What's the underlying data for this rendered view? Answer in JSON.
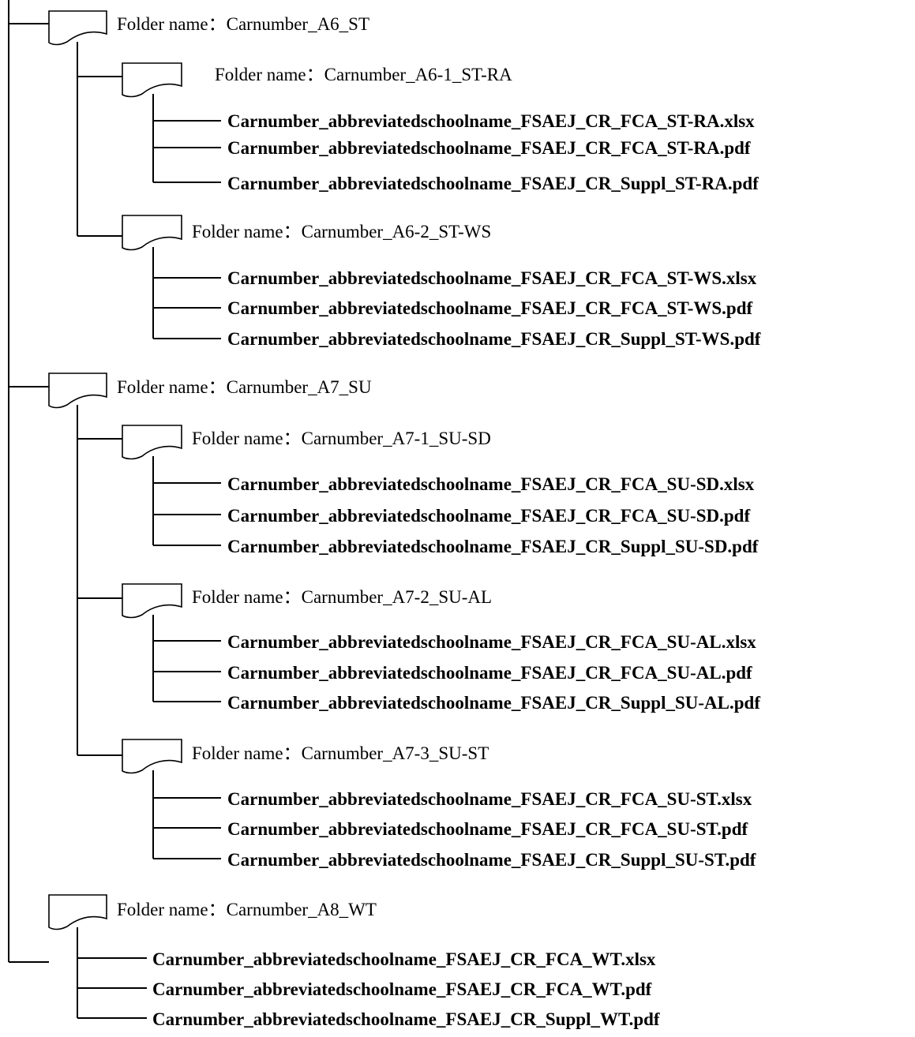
{
  "folders": [
    {
      "label": "Folder name：Carnumber_A6_ST",
      "subfolders": [
        {
          "label": "Folder name：Carnumber_A6-1_ST-RA",
          "files": [
            "Carnumber_abbreviatedschoolname_FSAEJ_CR_FCA_ST-RA.xlsx",
            "Carnumber_abbreviatedschoolname_FSAEJ_CR_FCA_ST-RA.pdf",
            "Carnumber_abbreviatedschoolname_FSAEJ_CR_Suppl_ST-RA.pdf"
          ]
        },
        {
          "label": "Folder name：Carnumber_A6-2_ST-WS",
          "files": [
            "Carnumber_abbreviatedschoolname_FSAEJ_CR_FCA_ST-WS.xlsx",
            "Carnumber_abbreviatedschoolname_FSAEJ_CR_FCA_ST-WS.pdf",
            "Carnumber_abbreviatedschoolname_FSAEJ_CR_Suppl_ST-WS.pdf"
          ]
        }
      ]
    },
    {
      "label": "Folder name：Carnumber_A7_SU",
      "subfolders": [
        {
          "label": "Folder name：Carnumber_A7-1_SU-SD",
          "files": [
            "Carnumber_abbreviatedschoolname_FSAEJ_CR_FCA_SU-SD.xlsx",
            "Carnumber_abbreviatedschoolname_FSAEJ_CR_FCA_SU-SD.pdf",
            "Carnumber_abbreviatedschoolname_FSAEJ_CR_Suppl_SU-SD.pdf"
          ]
        },
        {
          "label": "Folder name：Carnumber_A7-2_SU-AL",
          "files": [
            "Carnumber_abbreviatedschoolname_FSAEJ_CR_FCA_SU-AL.xlsx",
            "Carnumber_abbreviatedschoolname_FSAEJ_CR_FCA_SU-AL.pdf",
            "Carnumber_abbreviatedschoolname_FSAEJ_CR_Suppl_SU-AL.pdf"
          ]
        },
        {
          "label": "Folder name：Carnumber_A7-3_SU-ST",
          "files": [
            "Carnumber_abbreviatedschoolname_FSAEJ_CR_FCA_SU-ST.xlsx",
            "Carnumber_abbreviatedschoolname_FSAEJ_CR_FCA_SU-ST.pdf",
            "Carnumber_abbreviatedschoolname_FSAEJ_CR_Suppl_SU-ST.pdf"
          ]
        }
      ]
    },
    {
      "label": "Folder name：Carnumber_A8_WT",
      "files": [
        "Carnumber_abbreviatedschoolname_FSAEJ_CR_FCA_WT.xlsx",
        "Carnumber_abbreviatedschoolname_FSAEJ_CR_FCA_WT.pdf",
        "Carnumber_abbreviatedschoolname_FSAEJ_CR_Suppl_WT.pdf"
      ]
    }
  ]
}
